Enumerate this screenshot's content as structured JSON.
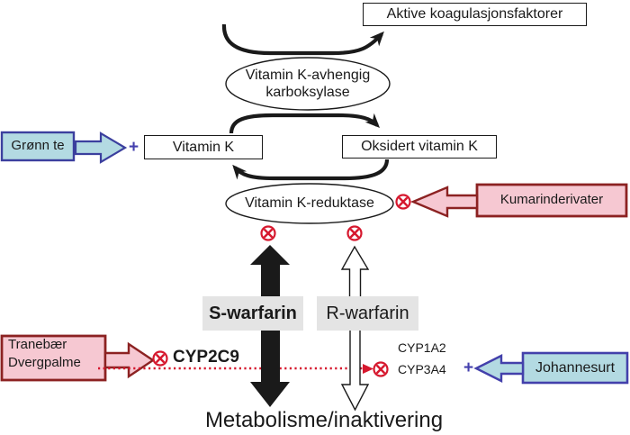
{
  "nodes": {
    "active_factors": "Aktive koagulasjonsfaktorer",
    "vitamin_k": "Vitamin K",
    "oxidized_vitamin_k": "Oksidert vitamin K"
  },
  "enzymes": {
    "carboxylase_line1": "Vitamin K-avhengig",
    "carboxylase_line2": "karboksylase",
    "reductase": "Vitamin K-reduktase",
    "cyp2c9": "CYP2C9",
    "cyp1a2": "CYP1A2",
    "cyp3a4": "CYP3A4"
  },
  "interactors": {
    "green_tea": "Grønn te",
    "coumarins": "Kumarinderivater",
    "cranberry": "Tranebær",
    "saw_palmetto": "Dvergpalme",
    "st_johns_wort": "Johannesurt"
  },
  "warfarin": {
    "s": "S-warfarin",
    "r": "R-warfarin"
  },
  "labels": {
    "metabolism": "Metabolisme/inaktivering",
    "plus_left": "+",
    "plus_right": "+"
  },
  "icons": {
    "inhibition": "circled-x"
  },
  "colors": {
    "stimulation_fill": "#b3dae2",
    "stimulation_border": "#3b3f9e",
    "inhibition_fill": "#f6c8d2",
    "inhibition_border": "#8c2222",
    "inhibition_symbol": "#d6182e",
    "warfarin_label_bg": "#e4e4e4",
    "plus": "#4440ae",
    "line": "#1a1a1a"
  }
}
